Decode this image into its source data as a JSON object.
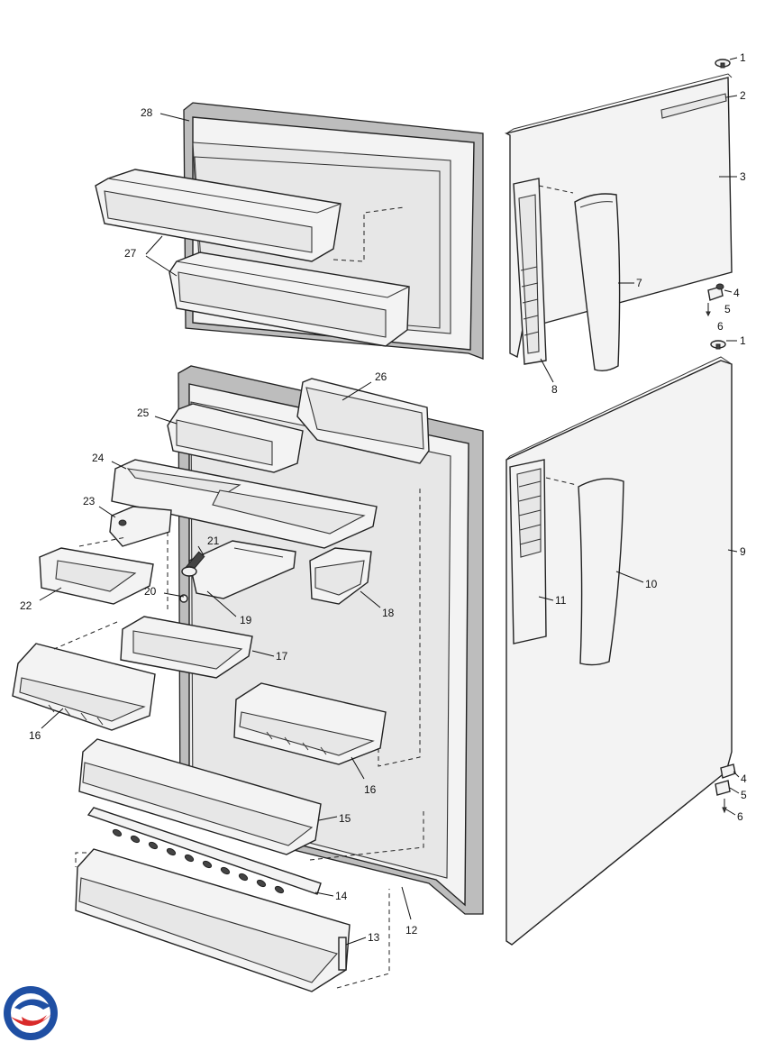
{
  "callouts": [
    {
      "id": "c1a",
      "text": "1"
    },
    {
      "id": "c2",
      "text": "2"
    },
    {
      "id": "c3",
      "text": "3"
    },
    {
      "id": "c4a",
      "text": "4"
    },
    {
      "id": "c5a",
      "text": "5"
    },
    {
      "id": "c6a",
      "text": "6"
    },
    {
      "id": "c7",
      "text": "7"
    },
    {
      "id": "c8",
      "text": "8"
    },
    {
      "id": "c1b",
      "text": "1"
    },
    {
      "id": "c9",
      "text": "9"
    },
    {
      "id": "c10",
      "text": "10"
    },
    {
      "id": "c11",
      "text": "11"
    },
    {
      "id": "c4b",
      "text": "4"
    },
    {
      "id": "c5b",
      "text": "5"
    },
    {
      "id": "c6b",
      "text": "6"
    },
    {
      "id": "c12",
      "text": "12"
    },
    {
      "id": "c13",
      "text": "13"
    },
    {
      "id": "c14",
      "text": "14"
    },
    {
      "id": "c15",
      "text": "15"
    },
    {
      "id": "c16a",
      "text": "16"
    },
    {
      "id": "c16b",
      "text": "16"
    },
    {
      "id": "c17",
      "text": "17"
    },
    {
      "id": "c18",
      "text": "18"
    },
    {
      "id": "c19",
      "text": "19"
    },
    {
      "id": "c20",
      "text": "20"
    },
    {
      "id": "c21",
      "text": "21"
    },
    {
      "id": "c22",
      "text": "22"
    },
    {
      "id": "c23",
      "text": "23"
    },
    {
      "id": "c24",
      "text": "24"
    },
    {
      "id": "c25",
      "text": "25"
    },
    {
      "id": "c26",
      "text": "26"
    },
    {
      "id": "c27",
      "text": "27"
    },
    {
      "id": "c28",
      "text": "28"
    }
  ],
  "logo": {
    "colors": [
      "#1f4fa3",
      "#d92a2a",
      "#ffffff"
    ]
  }
}
